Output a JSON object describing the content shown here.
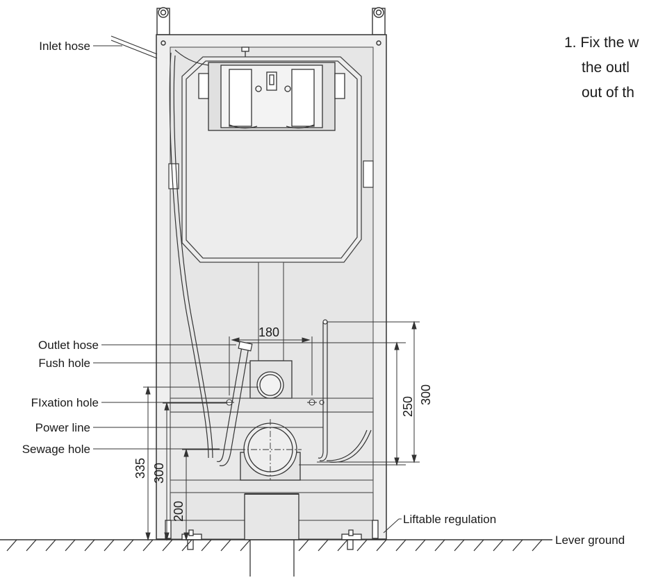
{
  "labels": {
    "inlet_hose": "Inlet hose",
    "outlet_hose": "Outlet hose",
    "flush_hole": "Fush hole",
    "fixation_hole": "FIxation hole",
    "power_line": "Power line",
    "sewage_hole": "Sewage hole",
    "liftable_regulation": "Liftable regulation",
    "lever_ground": "Lever ground"
  },
  "dimensions": {
    "hole_spacing": "180",
    "height_250": "250",
    "height_300_right": "300",
    "height_335": "335",
    "height_300_left": "300",
    "height_200": "200"
  },
  "instruction": {
    "line1": "1. Fix the w",
    "line2": "the outl",
    "line3": "out of th"
  }
}
